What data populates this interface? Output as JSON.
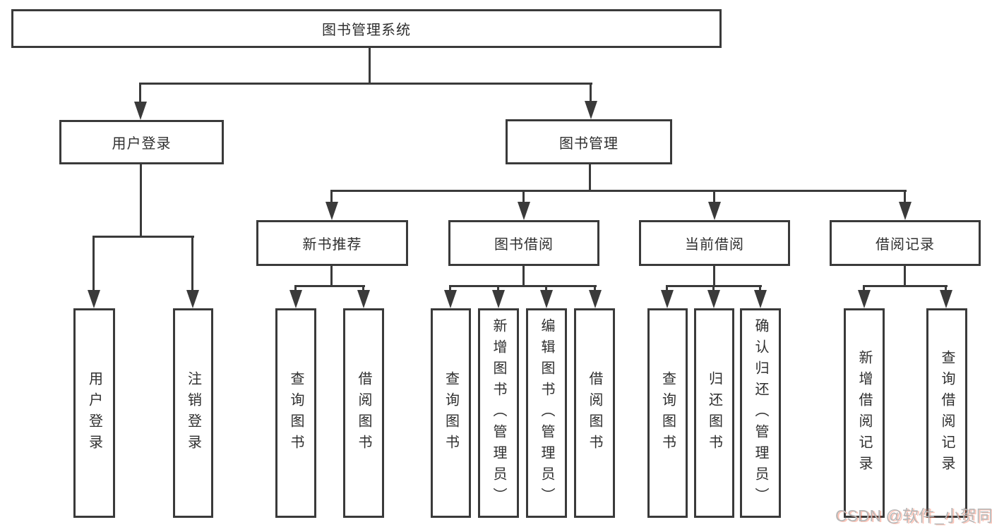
{
  "colors": {
    "line": "#3a3a3a",
    "text": "#2f2f2f",
    "background": "#ffffff",
    "watermark_gray": "#b7b7b7",
    "watermark_red_fringe": "#fc5531"
  },
  "watermark": {
    "text": "CSDN @软件_小贺同学"
  },
  "tree": {
    "root": {
      "label": "图书管理系统"
    },
    "branches": [
      {
        "label": "用户登录",
        "children": [
          "用户登录",
          "注销登录"
        ]
      },
      {
        "label": "图书管理",
        "children": [
          {
            "label": "新书推荐",
            "children": [
              "查询图书",
              "借阅图书"
            ]
          },
          {
            "label": "图书借阅",
            "children": [
              "查询图书",
              "新增图书（管理员）",
              "编辑图书（管理员）",
              "借阅图书"
            ]
          },
          {
            "label": "当前借阅",
            "children": [
              "查询图书",
              "归还图书",
              "确认归还（管理员）"
            ]
          },
          {
            "label": "借阅记录",
            "children": [
              "新增借阅记录",
              "查询借阅记录"
            ]
          }
        ]
      }
    ]
  }
}
